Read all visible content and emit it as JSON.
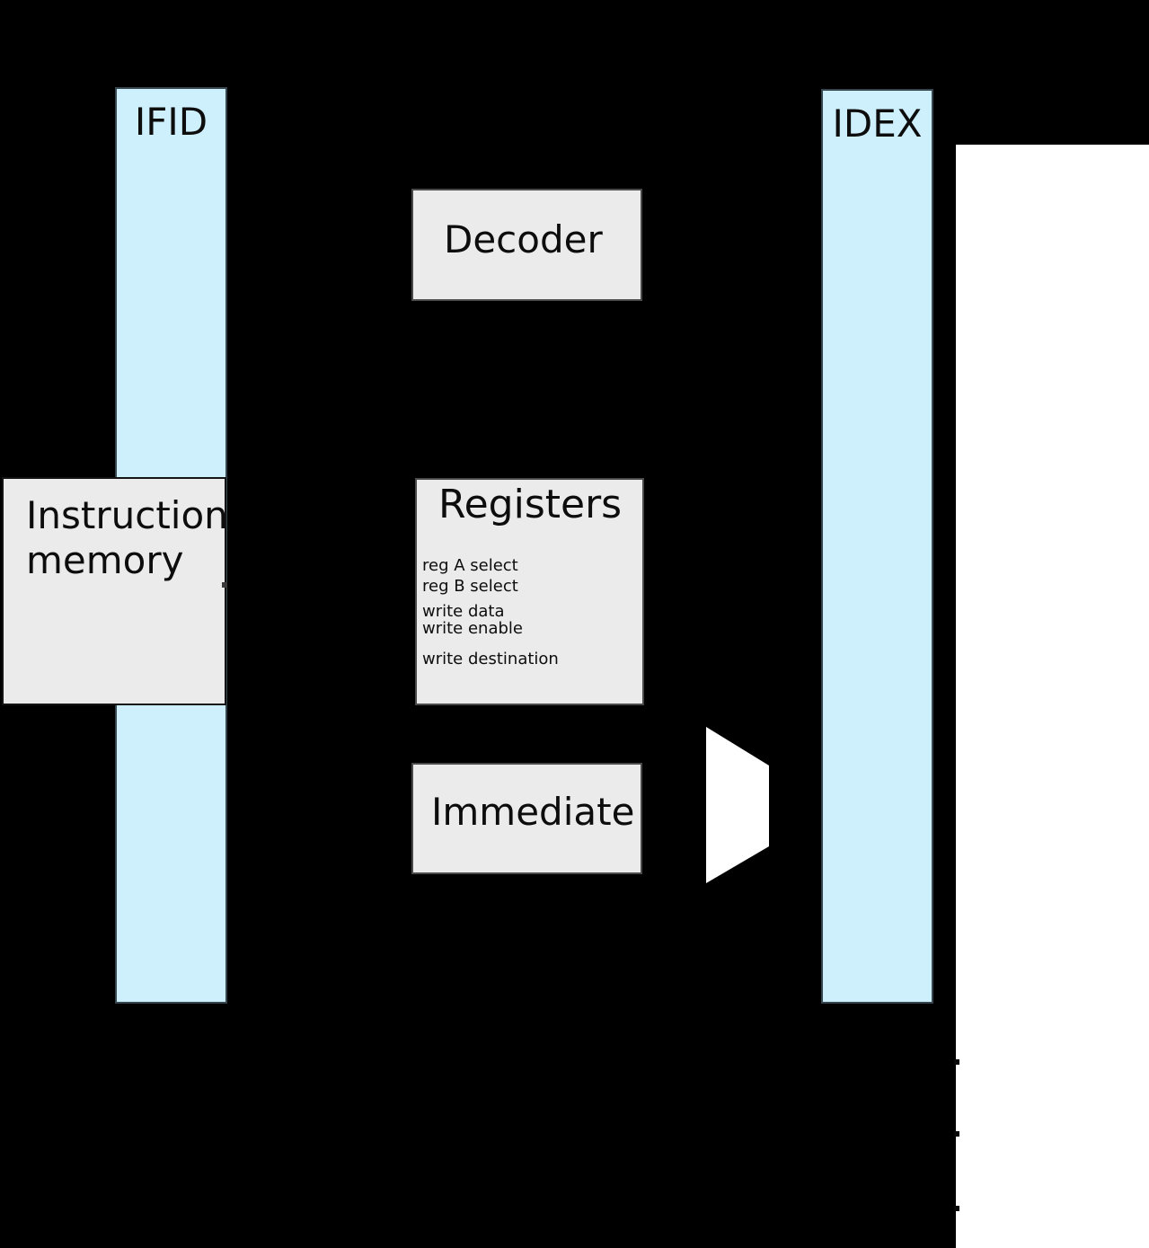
{
  "colors": {
    "background": "#000000",
    "pipeline_register_fill": "#cdf0fc",
    "block_fill": "#ebebeb",
    "next_stage_panel_fill": "#ffffff",
    "text": "#0d0d0d"
  },
  "pipeline_registers": {
    "ifid": {
      "label": "IFID"
    },
    "idex": {
      "label": "IDEX"
    }
  },
  "blocks": {
    "decoder": {
      "label": "Decoder"
    },
    "instruction_memory": {
      "line1": "Instruction",
      "line2": "memory"
    },
    "registers": {
      "title": "Registers",
      "ports": [
        "reg A select",
        "reg B select",
        "write data",
        "write enable",
        "write destination"
      ]
    },
    "immediate": {
      "label": "Immediate"
    }
  }
}
